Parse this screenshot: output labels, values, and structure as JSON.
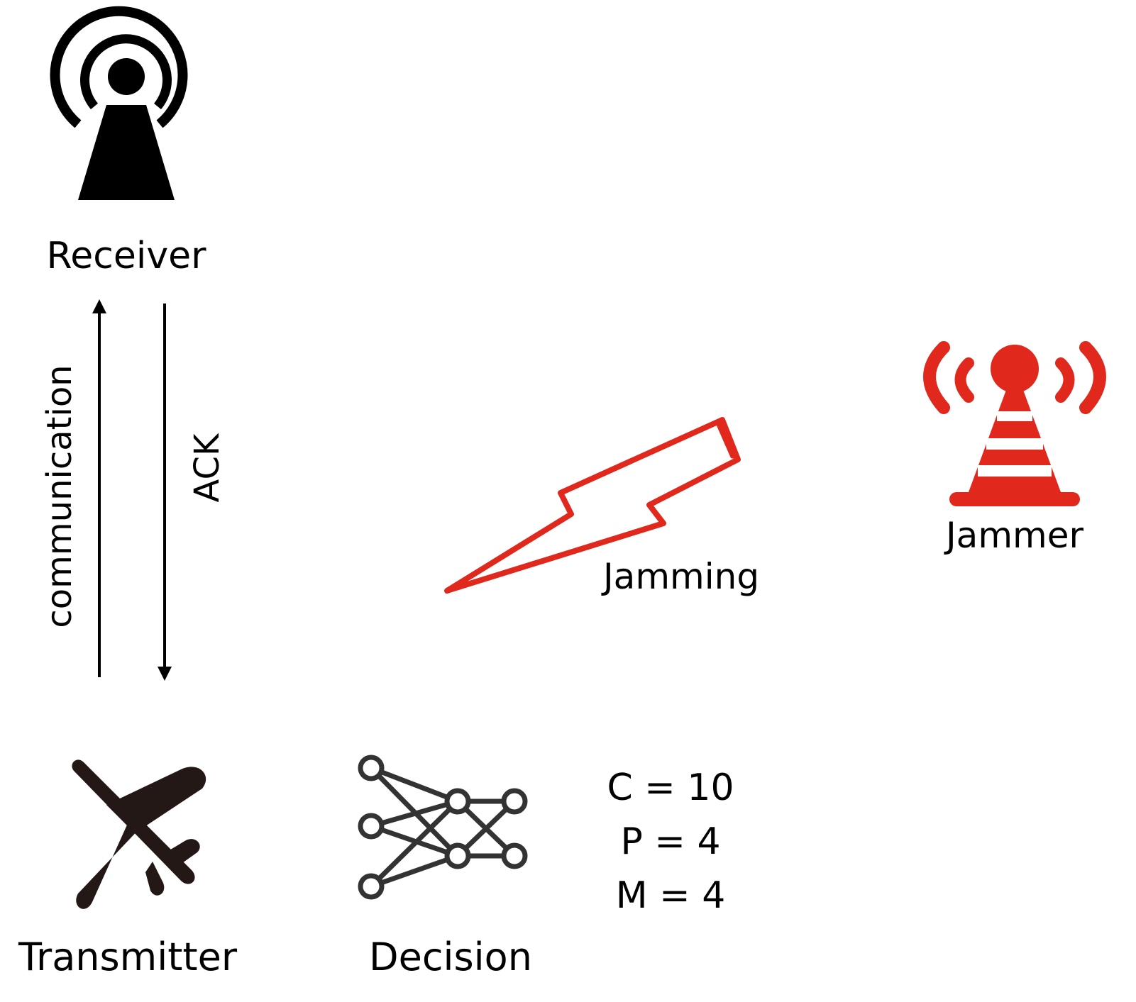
{
  "labels": {
    "receiver": "Receiver",
    "communication": "communication",
    "ack": "ACK",
    "jamming": "Jamming",
    "jammer": "Jammer",
    "transmitter": "Transmitter",
    "decision": "Decision"
  },
  "parameters": [
    {
      "text": "C = 10"
    },
    {
      "text": "P = 4"
    },
    {
      "text": "M = 4"
    }
  ],
  "icons": {
    "receiver": "antenna-tower-icon",
    "transmitter": "airplane-icon",
    "decision": "neural-network-icon",
    "jammer": "broadcast-tower-icon",
    "jamming": "lightning-bolt-icon"
  },
  "colors": {
    "ink": "#000000",
    "jam_red": "#e0281c",
    "airplane": "#231815",
    "network": "#333333"
  }
}
